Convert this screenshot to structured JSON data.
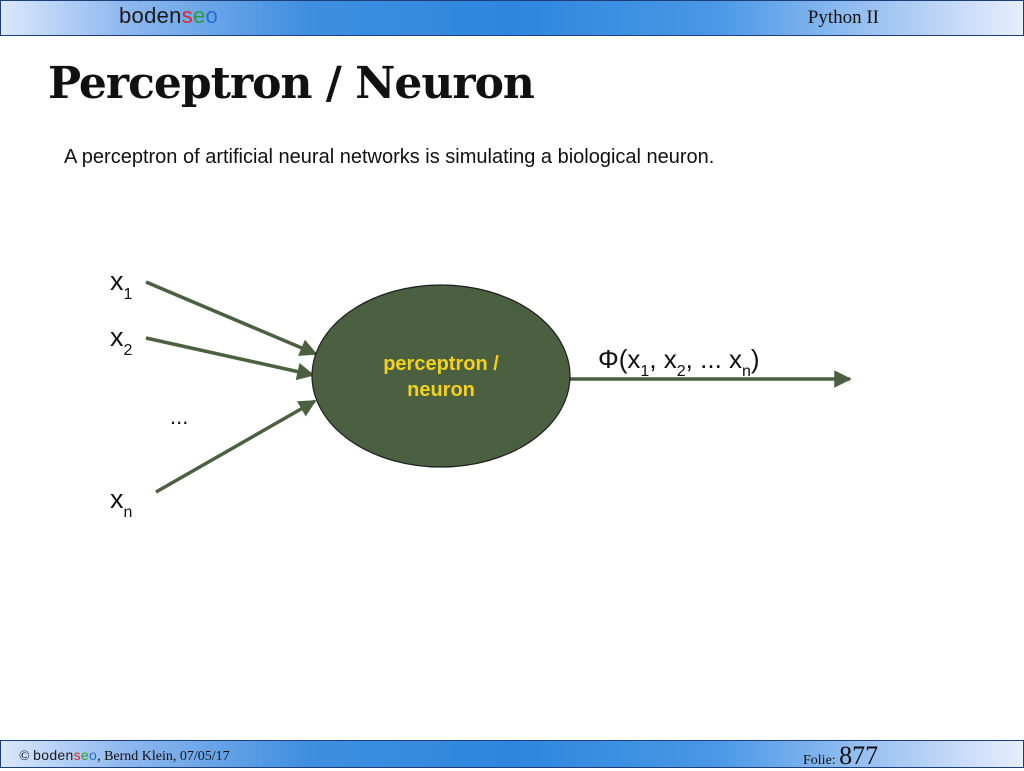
{
  "header": {
    "logo": {
      "part1": "boden",
      "part2": "s",
      "part3": "e",
      "part4": "o"
    },
    "course": "Python II"
  },
  "slide": {
    "title": "Perceptron / Neuron",
    "subtitle": "A perceptron of artificial neural networks is simulating a biological neuron."
  },
  "diagram": {
    "node_label_line1": "perceptron /",
    "node_label_line2": "neuron",
    "inputs": [
      {
        "base": "x",
        "sub": "1"
      },
      {
        "base": "x",
        "sub": "2"
      },
      {
        "base": "x",
        "sub": "n"
      }
    ],
    "ellipsis": "...",
    "output": {
      "prefix": "Φ(x",
      "sub1": "1",
      "mid1": ", x",
      "sub2": "2",
      "mid2": ", ... x",
      "sub3": "n",
      "suffix": ")"
    },
    "colors": {
      "node_fill": "#4a6041",
      "arrow": "#4a6041",
      "node_text": "#f2d21c"
    }
  },
  "footer": {
    "copyright": "© ",
    "author_date": ", Bernd Klein, 07/05/17",
    "folie_label": "Folie: ",
    "page_number": "877"
  }
}
